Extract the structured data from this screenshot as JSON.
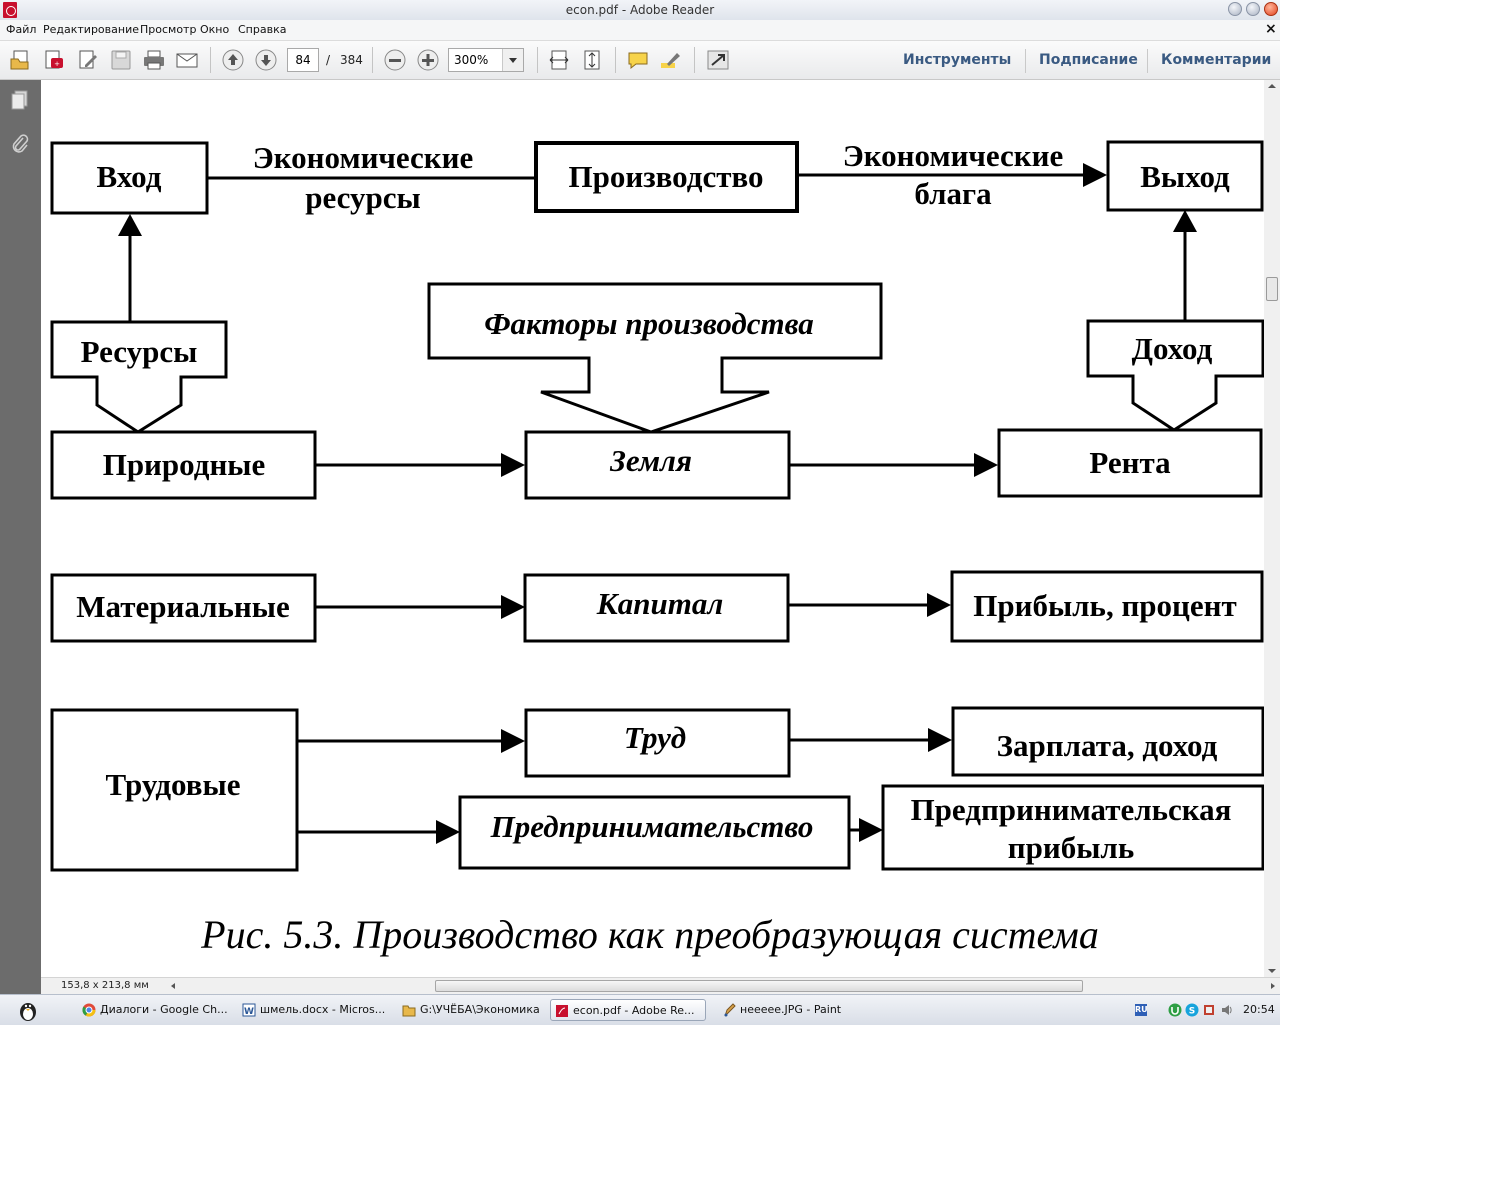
{
  "window": {
    "title": "econ.pdf - Adobe Reader"
  },
  "menu": {
    "items": [
      "Файл",
      "Редактирование",
      "Просмотр",
      "Окно",
      "Справка"
    ]
  },
  "toolbar": {
    "page_current": "84",
    "page_separator": "/",
    "page_total": "384",
    "zoom": "300%",
    "links": [
      "Инструменты",
      "Подписание",
      "Комментарии"
    ]
  },
  "diagram": {
    "top": {
      "input": "Вход",
      "econ_resources_1": "Экономические",
      "econ_resources_2": "ресурсы",
      "production": "Производство",
      "econ_goods_1": "Экономические",
      "econ_goods_2": "блага",
      "output": "Выход"
    },
    "resources": "Ресурсы",
    "factors": "Факторы производства",
    "income": "Доход",
    "rows": {
      "natural": "Природные",
      "land": "Земля",
      "rent": "Рента",
      "material": "Материальные",
      "capital": "Капитал",
      "profit_interest": "Прибыль, процент",
      "labor_res": "Трудовые",
      "labor": "Труд",
      "wage": "Зарплата, доход",
      "entrepreneurship": "Предпринимательство",
      "ent_profit_1": "Предпринимательская",
      "ent_profit_2": "прибыль"
    },
    "caption": "Рис. 5.3. Производство как преобразующая система"
  },
  "status": {
    "page_size": "153,8 x 213,8 мм"
  },
  "taskbar": {
    "tasks": [
      "Диалоги - Google Ch...",
      "шмель.docx - Micros...",
      "G:\\УЧЁБА\\Экономика",
      "econ.pdf - Adobe Re...",
      "нееееe.JPG - Paint"
    ],
    "lang": "RU",
    "time": "20:54"
  }
}
